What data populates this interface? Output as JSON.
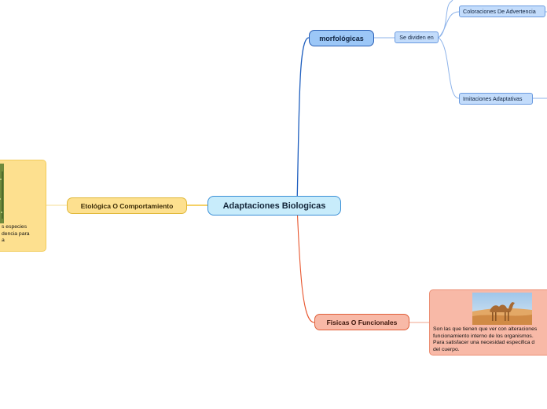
{
  "root": {
    "label": "Adaptaciones Biologicas"
  },
  "branches": {
    "morfologicas": {
      "label": "morfológicas",
      "connector": "Se dividen en",
      "children": [
        "Coloraciones De Advertencia",
        "Imitaciones Adaptativas"
      ]
    },
    "etologica": {
      "label": "Etológica O Comportamiento",
      "note": "s especies\ndencia para\na",
      "image": "cactus-plant-photo"
    },
    "fisicas": {
      "label": "Fisicas O Funcionales",
      "note": "Son las que tienen que ver con alteraciones\nfuncionamiento interno de los organismos.\nPara satisfacer una necesidad especifica d\ndel cuerpo.",
      "image": "camel-desert-photo"
    }
  },
  "colors": {
    "root_fill": "#c8ecfb",
    "morfologicas_line": "#1f5fbf",
    "etologica_line": "#f2c233",
    "fisicas_line": "#e8562e",
    "subnode_fill": "#c3dcfb"
  }
}
